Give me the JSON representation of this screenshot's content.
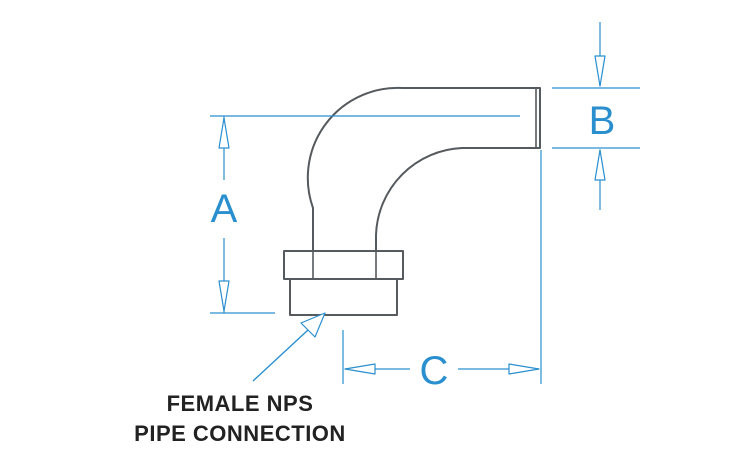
{
  "dimensions": {
    "a_label": "A",
    "b_label": "B",
    "c_label": "C"
  },
  "callout": {
    "line1": "FEMALE NPS",
    "line2": "PIPE CONNECTION"
  },
  "colors": {
    "dimension_blue": "#2a8fcf",
    "part_outline": "#555a5e",
    "caption_text": "#222222"
  }
}
